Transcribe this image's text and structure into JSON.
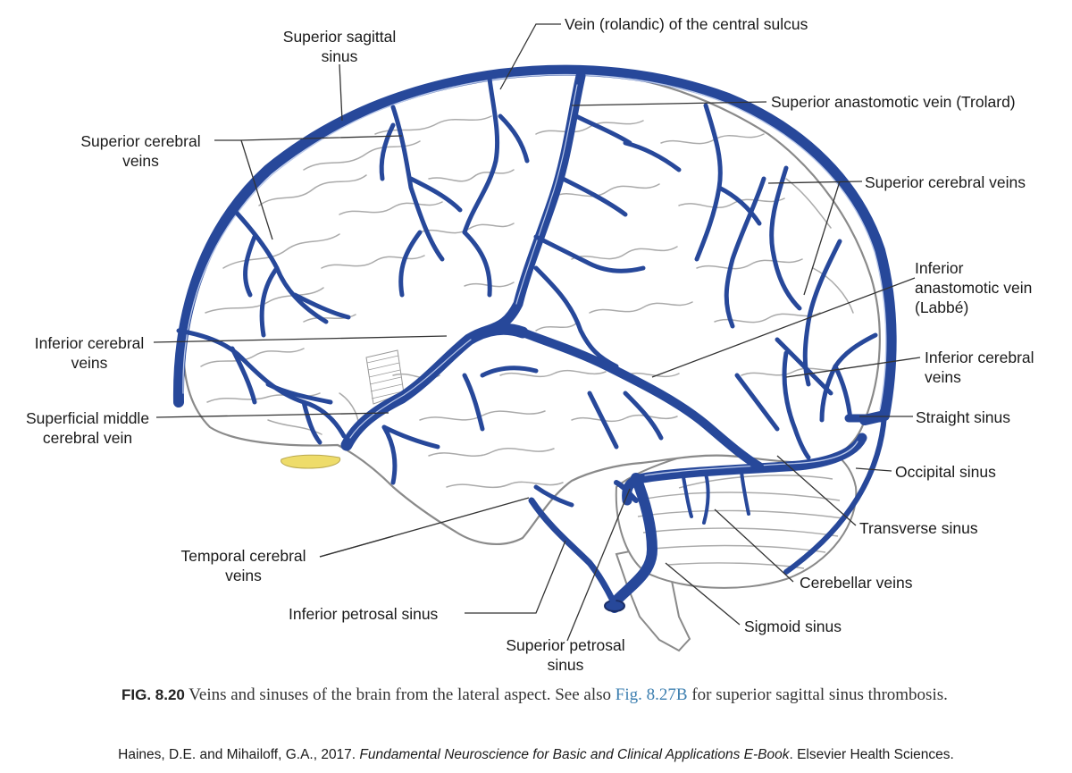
{
  "labels": {
    "superior_sagittal_sinus": [
      "Superior sagittal",
      "sinus"
    ],
    "vein_rolandic": [
      "Vein (rolandic) of the central sulcus"
    ],
    "superior_anastomotic_vein": [
      "Superior anastomotic vein (Trolard)"
    ],
    "superior_cerebral_veins_left": [
      "Superior cerebral",
      "veins"
    ],
    "superior_cerebral_veins_right": [
      "Superior cerebral veins"
    ],
    "inferior_anastomotic_vein": [
      "Inferior",
      "anastomotic vein",
      "(Labbé)"
    ],
    "inferior_cerebral_veins_left": [
      "Inferior cerebral",
      "veins"
    ],
    "inferior_cerebral_veins_right": [
      "Inferior cerebral",
      "veins"
    ],
    "superficial_middle_cerebral_vein": [
      "Superficial middle",
      "cerebral vein"
    ],
    "straight_sinus": [
      "Straight sinus"
    ],
    "occipital_sinus": [
      "Occipital sinus"
    ],
    "transverse_sinus": [
      "Transverse sinus"
    ],
    "temporal_cerebral_veins": [
      "Temporal cerebral",
      "veins"
    ],
    "cerebellar_veins": [
      "Cerebellar veins"
    ],
    "inferior_petrosal_sinus": [
      "Inferior petrosal sinus"
    ],
    "sigmoid_sinus": [
      "Sigmoid sinus"
    ],
    "superior_petrosal_sinus": [
      "Superior petrosal",
      "sinus"
    ]
  },
  "caption": {
    "fig_number": "FIG. 8.20",
    "text_before": " Veins and sinuses of the brain from the lateral aspect. See also ",
    "link": "Fig. 8.27B",
    "text_after": " for superior sagittal sinus thrombosis."
  },
  "credit": {
    "authors": "Haines, D.E. and Mihailoff, G.A., 2017. ",
    "title": "Fundamental Neuroscience for Basic and Clinical Applications E-Book",
    "publisher": ". Elsevier Health Sciences."
  },
  "colors": {
    "vein": "#27489a",
    "vein_highlight": "#b9c8ea",
    "brain_outline": "#8a8a8a",
    "gyri": "#aaaaaa",
    "leader": "#333333",
    "olfactory": "#eedc6a",
    "caption_link": "#3d7fb0"
  }
}
